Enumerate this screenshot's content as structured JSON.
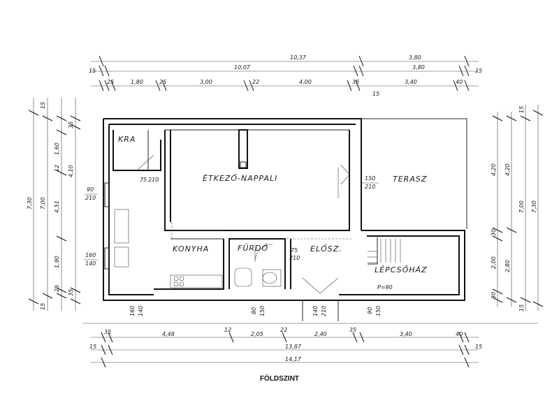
{
  "title": "FÖLDSZINT",
  "rooms": {
    "kra": "KRA",
    "etkezo_nappali": "ÉTKEZŐ-NAPPALI",
    "terasz": "TERASZ",
    "konyha": "KONYHA",
    "furdo": "FÜRDŐ",
    "elosz": "ELŐSZ.",
    "lepcsohaz": "LÉPCSŐHÁZ",
    "stair_note": "P=90"
  },
  "top_dims": {
    "row1": [
      "10,37",
      "3,80"
    ],
    "row2": [
      "15",
      "10,07",
      "3,80",
      "15"
    ],
    "row3": [
      "25",
      "1,80",
      "25",
      "3,00",
      "22",
      "4,00",
      "35",
      "3,40",
      "40"
    ],
    "row3_sub": "15"
  },
  "bottom_dims": {
    "row1": [
      "35",
      "4,48",
      "12",
      "2,05",
      "22",
      "2,40",
      "35",
      "3,40",
      "40"
    ],
    "row2": [
      "15",
      "13,87",
      "15"
    ],
    "row3": "14,17"
  },
  "left_dims": {
    "outer": "7,30",
    "mid": "7,00",
    "inner": "4,51",
    "chain_a": [
      "15",
      "1,60",
      "12",
      "1,90",
      "25"
    ],
    "chain_b": [
      "35",
      "4,10",
      "35",
      "15"
    ]
  },
  "right_dims": {
    "a": [
      "4,20",
      "30",
      "2,00",
      "30"
    ],
    "b": [
      "4,20",
      "2,80"
    ],
    "c": "7,00",
    "d": "7,30",
    "top": "15",
    "bottom": "15"
  },
  "openings": {
    "door_kra": [
      "75",
      "210"
    ],
    "win_left_top": [
      "90",
      "210"
    ],
    "win_left_bot": [
      "160",
      "140"
    ],
    "win_terasz": [
      "150",
      "210"
    ],
    "door_elosz": [
      "75",
      "210"
    ],
    "win_bottom_1": [
      "160",
      "140"
    ],
    "win_bottom_2": [
      "80",
      "150"
    ],
    "door_entry": [
      "140",
      "210"
    ],
    "win_bottom_3": [
      "90",
      "150"
    ]
  }
}
